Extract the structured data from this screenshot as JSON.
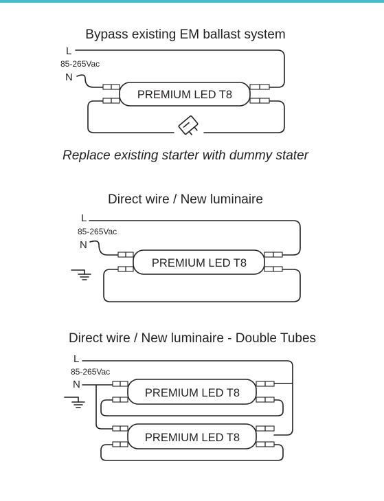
{
  "accent_color": "#4ab9c8",
  "sections": [
    {
      "title": "Bypass existing EM ballast system",
      "live_label": "L",
      "voltage": "85-265Vac",
      "neutral_label": "N",
      "tubes": [
        "PREMIUM LED T8"
      ],
      "caption": "Replace existing starter with dummy stater"
    },
    {
      "title": "Direct wire / New luminaire",
      "live_label": "L",
      "voltage": "85-265Vac",
      "neutral_label": "N",
      "tubes": [
        "PREMIUM LED T8"
      ],
      "ground_icon": "ground-icon"
    },
    {
      "title": "Direct wire / New luminaire - Double Tubes",
      "live_label": "L",
      "voltage": "85-265Vac",
      "neutral_label": "N",
      "tubes": [
        "PREMIUM LED T8",
        "PREMIUM LED T8"
      ],
      "ground_icon": "ground-icon"
    }
  ]
}
